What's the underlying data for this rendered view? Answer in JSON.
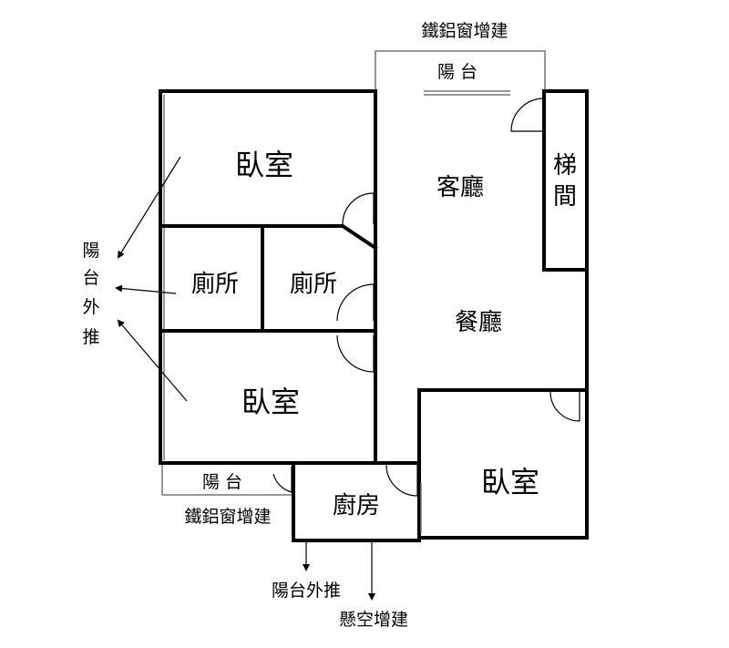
{
  "rooms": {
    "bedroom_top": "臥室",
    "bedroom_middle": "臥室",
    "bedroom_bottom_right": "臥室",
    "bathroom_left": "廁所",
    "bathroom_right": "廁所",
    "living_room": "客廳",
    "dining_room": "餐廳",
    "kitchen": "廚房",
    "stairwell_line1": "梯",
    "stairwell_line2": "間",
    "balcony_top": "陽 台",
    "balcony_bottom": "陽 台"
  },
  "annotations": {
    "top_window_addition": "鐵鋁窗增建",
    "bottom_window_addition": "鐵鋁窗增建",
    "balcony_push_out_chars": [
      "陽",
      "台",
      "外",
      "推"
    ],
    "kitchen_balcony_push_out": "陽台外推",
    "cantilever_addition": "懸空增建"
  }
}
